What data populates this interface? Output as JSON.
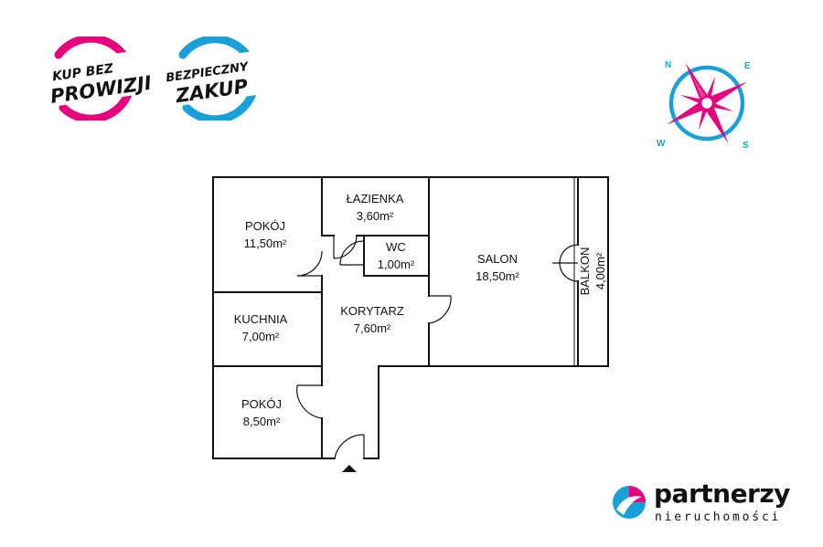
{
  "badges": {
    "kup_bez": {
      "line1": "KUP BEZ",
      "line2": "PROWIZJI",
      "ring_color": "#e6007e"
    },
    "bezpieczny": {
      "line1": "BEZPIECZNY",
      "line2": "ZAKUP",
      "ring_color": "#1aa0d8"
    }
  },
  "compass": {
    "n": "N",
    "e": "E",
    "s": "S",
    "w": "W",
    "ring_color": "#1aa0d8",
    "star_color": "#e6007e"
  },
  "rooms": {
    "lazienka": {
      "label": "ŁAZIENKA",
      "area": "3,60m²"
    },
    "pokoj1": {
      "label": "POKÓJ",
      "area": "11,50m²"
    },
    "wc": {
      "label": "WC",
      "area": "1,00m²"
    },
    "salon": {
      "label": "SALON",
      "area": "18,50m²"
    },
    "kuchnia": {
      "label": "KUCHNIA",
      "area": "7,00m²"
    },
    "korytarz": {
      "label": "KORYTARZ",
      "area": "7,60m²"
    },
    "pokoj2": {
      "label": "POKÓJ",
      "area": "8,50m²"
    },
    "balkon": {
      "label": "BALKON",
      "area": "4,00m²"
    }
  },
  "logo": {
    "name": "partnerzy",
    "subtitle": "nieruchomości",
    "colors": {
      "blue": "#1aa0d8",
      "pink": "#e6007e"
    }
  }
}
